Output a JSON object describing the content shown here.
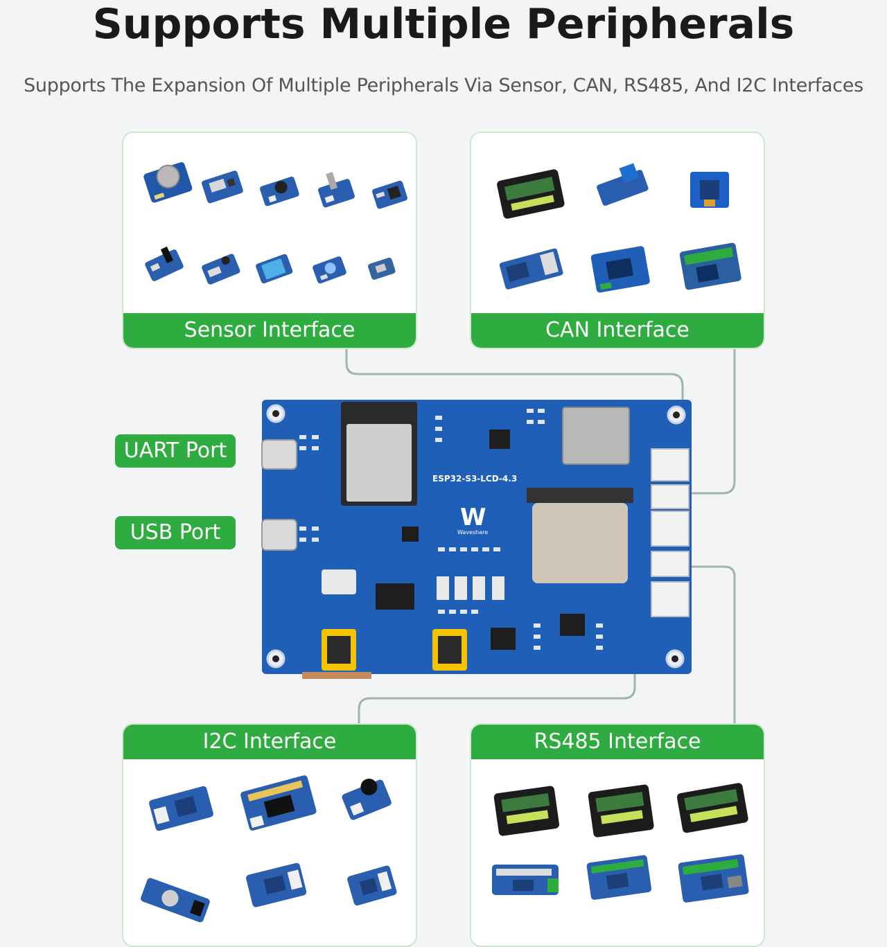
{
  "title": "Supports Multiple Peripherals",
  "subtitle": "Supports The Expansion Of Multiple Peripherals Via Sensor, CAN, RS485, And I2C Interfaces",
  "panels": {
    "sensor": {
      "label": "Sensor Interface"
    },
    "can": {
      "label": "CAN Interface"
    },
    "i2c": {
      "label": "I2C Interface"
    },
    "rs485": {
      "label": "RS485 Interface"
    }
  },
  "ports": {
    "uart": {
      "label": "UART Port"
    },
    "usb": {
      "label": "USB Port"
    }
  },
  "board": {
    "model": "ESP32-S3-LCD-4.3",
    "brand": "Waveshare"
  },
  "colors": {
    "accent_green": "#2eac3f",
    "board_blue": "#1f5fb8",
    "line_gray": "#9fb3a8"
  }
}
